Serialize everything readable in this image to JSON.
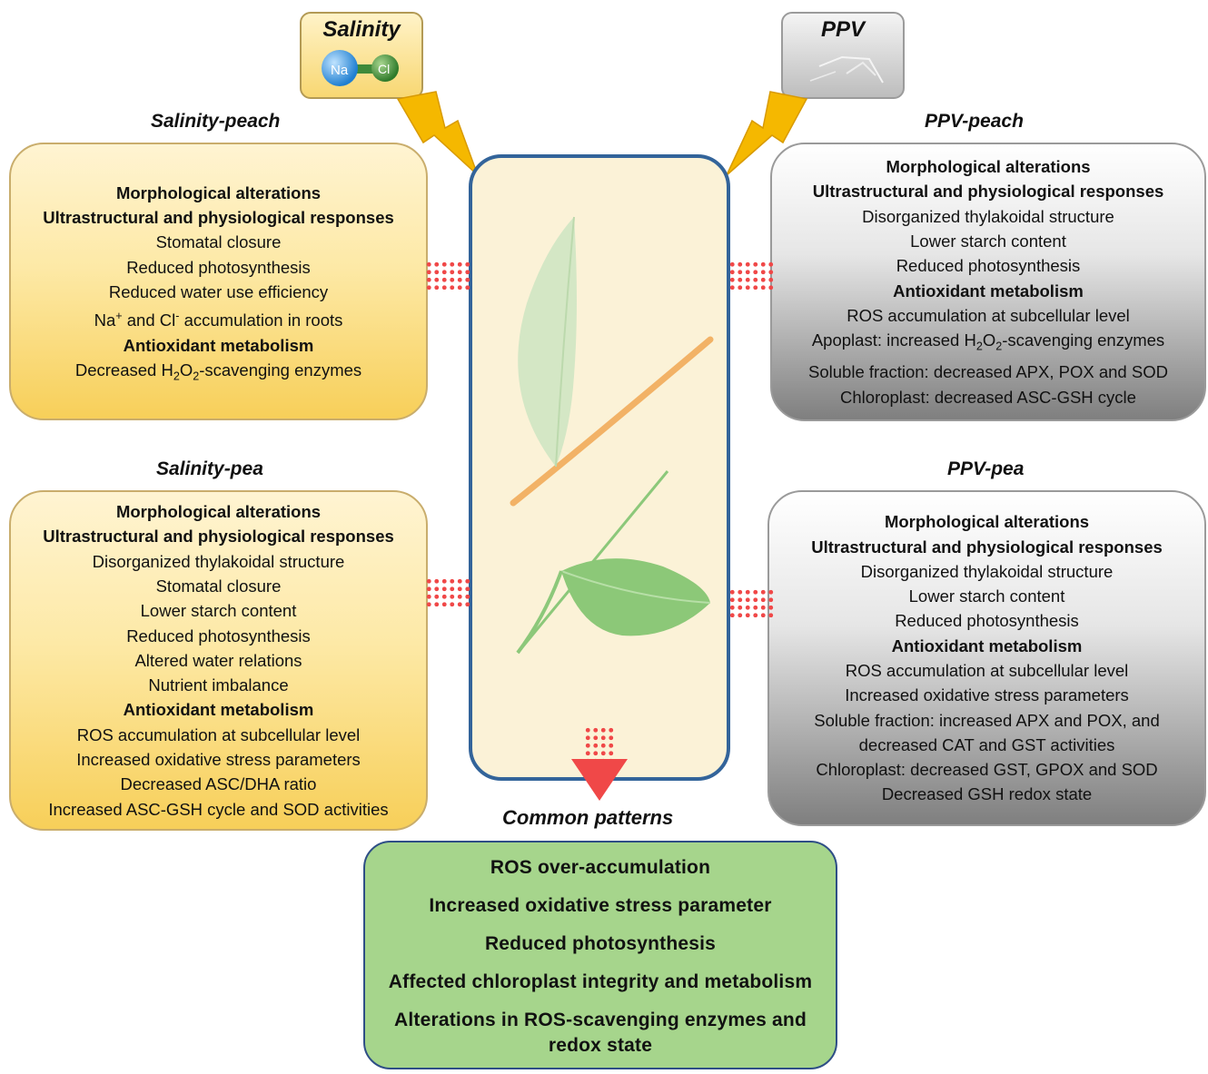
{
  "stressors": {
    "salinity": {
      "label": "Salinity",
      "ion1": "Na",
      "ion2": "Cl",
      "color": "#fde79a"
    },
    "ppv": {
      "label": "PPV",
      "color": "#d6d6d6"
    }
  },
  "panels": {
    "salinity_peach": {
      "title": "Salinity-peach",
      "lines": [
        {
          "text": "Morphological alterations",
          "bold": true
        },
        {
          "text": "Ultrastructural and physiological responses",
          "bold": true
        },
        {
          "text": "Stomatal closure"
        },
        {
          "text": "Reduced photosynthesis"
        },
        {
          "text": "Reduced water use efficiency"
        },
        {
          "text": "Na+ and Cl- accumulation in roots"
        },
        {
          "text": "Antioxidant metabolism",
          "bold": true
        },
        {
          "text": "Decreased H2O2-scavenging enzymes"
        }
      ]
    },
    "salinity_pea": {
      "title": "Salinity-pea",
      "lines": [
        {
          "text": "Morphological alterations",
          "bold": true
        },
        {
          "text": "Ultrastructural and physiological responses",
          "bold": true
        },
        {
          "text": "Disorganized thylakoidal structure"
        },
        {
          "text": "Stomatal closure"
        },
        {
          "text": "Lower starch content"
        },
        {
          "text": "Reduced photosynthesis"
        },
        {
          "text": "Altered water relations"
        },
        {
          "text": "Nutrient imbalance"
        },
        {
          "text": "Antioxidant metabolism",
          "bold": true
        },
        {
          "text": "ROS accumulation at subcellular level"
        },
        {
          "text": "Increased oxidative stress parameters"
        },
        {
          "text": "Decreased ASC/DHA ratio"
        },
        {
          "text": "Increased ASC-GSH cycle and SOD activities"
        }
      ]
    },
    "ppv_peach": {
      "title": "PPV-peach",
      "lines": [
        {
          "text": "Morphological alterations",
          "bold": true
        },
        {
          "text": "Ultrastructural and physiological responses",
          "bold": true
        },
        {
          "text": "Disorganized thylakoidal structure"
        },
        {
          "text": "Lower starch content"
        },
        {
          "text": "Reduced photosynthesis"
        },
        {
          "text": "Antioxidant metabolism",
          "bold": true
        },
        {
          "text": "ROS accumulation at subcellular level"
        },
        {
          "text": "Apoplast: increased H2O2-scavenging enzymes"
        },
        {
          "text": "Soluble fraction: decreased APX, POX and SOD"
        },
        {
          "text": "Chloroplast: decreased ASC-GSH cycle"
        }
      ]
    },
    "ppv_pea": {
      "title": "PPV-pea",
      "lines": [
        {
          "text": "Morphological alterations",
          "bold": true
        },
        {
          "text": "Ultrastructural and physiological responses",
          "bold": true
        },
        {
          "text": "Disorganized thylakoidal structure"
        },
        {
          "text": "Lower starch content"
        },
        {
          "text": "Reduced photosynthesis"
        },
        {
          "text": "Antioxidant metabolism",
          "bold": true
        },
        {
          "text": "ROS accumulation at subcellular level"
        },
        {
          "text": "Increased oxidative stress parameters"
        },
        {
          "text": "Soluble fraction: increased APX and POX, and"
        },
        {
          "text": "decreased CAT and GST activities"
        },
        {
          "text": "Chloroplast: decreased GST, GPOX and SOD"
        },
        {
          "text": "Decreased GSH redox state"
        }
      ]
    }
  },
  "common": {
    "title": "Common patterns",
    "lines": [
      "ROS over-accumulation",
      "Increased oxidative stress parameter",
      "Reduced photosynthesis",
      "Affected chloroplast integrity and metabolism",
      "Alterations in  ROS-scavenging enzymes and",
      "redox state"
    ]
  },
  "colors": {
    "connector": "#f04848",
    "center_border": "#33649a",
    "bolt": "#f5b800"
  }
}
